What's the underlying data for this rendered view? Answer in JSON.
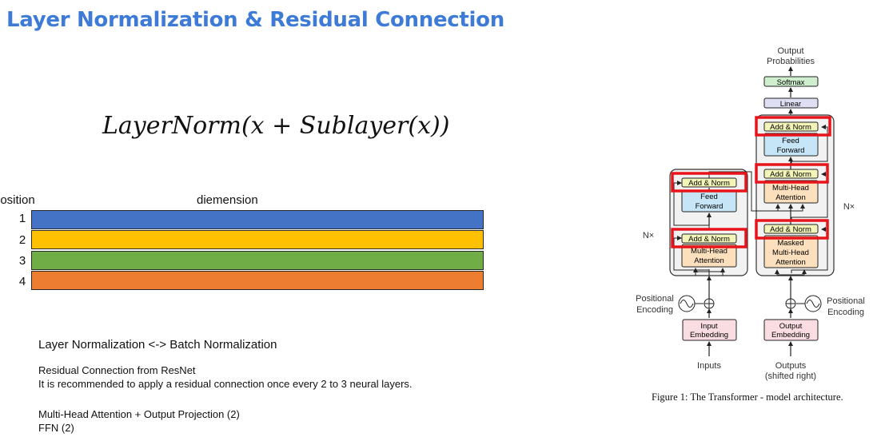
{
  "slide": {
    "title": "Layer Normalization & Residual Connection",
    "formula": "LayerNorm(x + Sublayer(x))",
    "table": {
      "position_label": "position",
      "dimension_label": "diemension",
      "rows": [
        {
          "label": "1",
          "color": "#4472c4"
        },
        {
          "label": "2",
          "color": "#ffc000"
        },
        {
          "label": "3",
          "color": "#70ad47"
        },
        {
          "label": "4",
          "color": "#ed7d31"
        }
      ]
    },
    "notes": {
      "heading": "Layer Normalization <-> Batch Normalization",
      "residual_line1": "Residual Connection from ResNet",
      "residual_line2": "It is recommended to apply a residual connection once every 2 to 3 neural layers.",
      "count_line1": "Multi-Head Attention + Output Projection (2)",
      "count_line2": "FFN (2)"
    }
  },
  "figure": {
    "caption": "Figure 1: The Transformer - model architecture.",
    "output_probabilities_line1": "Output",
    "output_probabilities_line2": "Probabilities",
    "softmax": "Softmax",
    "linear": "Linear",
    "add_norm": "Add & Norm",
    "feed_forward_line1": "Feed",
    "feed_forward_line2": "Forward",
    "multi_head_line1": "Multi-Head",
    "multi_head_line2": "Attention",
    "masked_line1": "Masked",
    "masked_line2": "Multi-Head",
    "masked_line3": "Attention",
    "nx": "N×",
    "positional_line1": "Positional",
    "positional_line2": "Encoding",
    "input_embedding_line1": "Input",
    "input_embedding_line2": "Embedding",
    "output_embedding_line1": "Output",
    "output_embedding_line2": "Embedding",
    "inputs": "Inputs",
    "outputs_line1": "Outputs",
    "outputs_line2": "(shifted right)",
    "colors": {
      "add_norm": "#f3f5b8",
      "feed_forward": "#c6e5f6",
      "attention": "#fce0bd",
      "embedding": "#f9dde2",
      "softmax": "#cfeecd",
      "linear": "#dedff3",
      "highlight": "#e8141b"
    }
  }
}
